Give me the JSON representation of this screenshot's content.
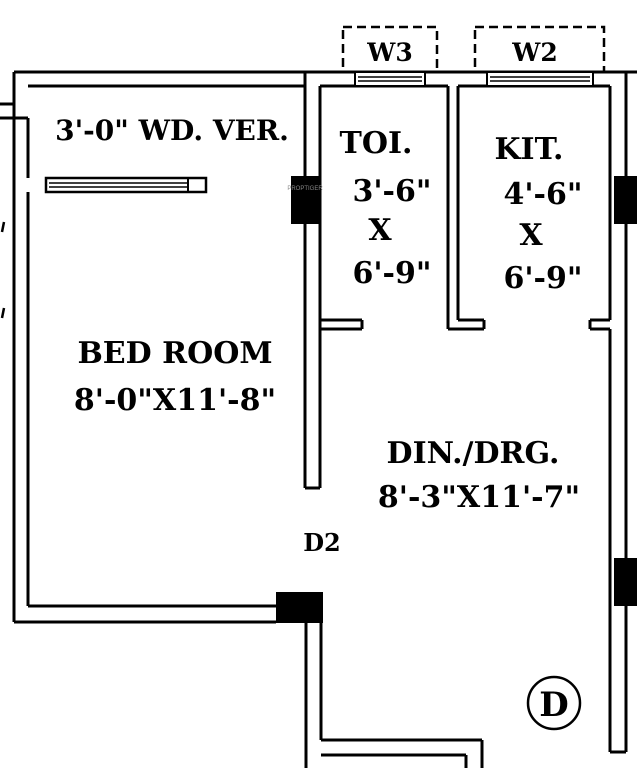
{
  "windows": {
    "w3": "W3",
    "w2": "W2"
  },
  "veranda": {
    "label": "3'-0\" WD. VER."
  },
  "toilet": {
    "name": "TOI.",
    "dim1": "3'-6\"",
    "x": "X",
    "dim2": "6'-9\""
  },
  "kitchen": {
    "name": "KIT.",
    "dim1": "4'-6\"",
    "x": "X",
    "dim2": "6'-9\""
  },
  "bedroom": {
    "name": "BED ROOM",
    "dims": "8'-0\"X11'-8\""
  },
  "dining": {
    "name": "DIN./DRG.",
    "dims": "8'-3\"X11'-7\""
  },
  "door": {
    "label": "D2"
  },
  "unit_marker": {
    "label": "D"
  },
  "watermark": "PROPTIGER"
}
